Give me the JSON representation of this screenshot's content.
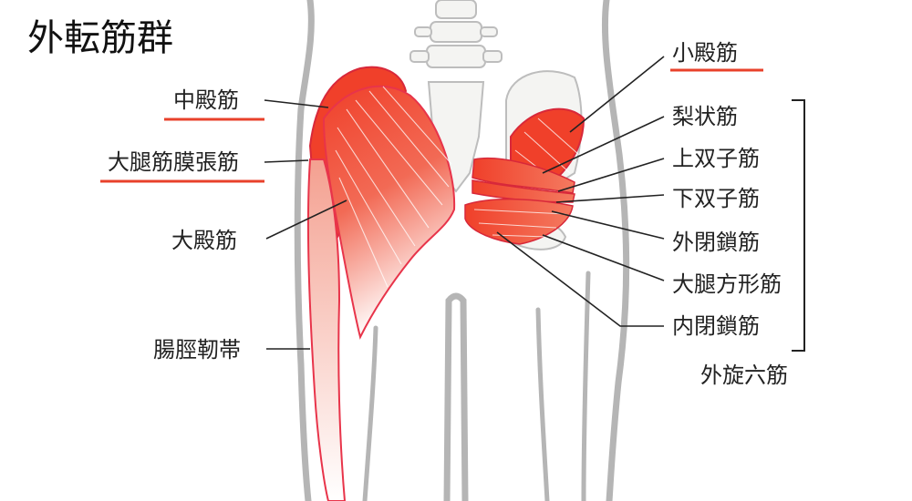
{
  "title": "外転筋群",
  "labels": {
    "gluteus_medius": "中殿筋",
    "tensor_fasciae_latae": "大腿筋膜張筋",
    "gluteus_maximus": "大殿筋",
    "iliotibial_band": "腸脛靭帯",
    "gluteus_minimus": "小殿筋",
    "piriformis": "梨状筋",
    "superior_gemellus": "上双子筋",
    "inferior_gemellus": "下双子筋",
    "obturator_externus": "外閉鎖筋",
    "quadratus_femoris": "大腿方形筋",
    "obturator_internus": "内閉鎖筋",
    "deep_six_rotators": "外旋六筋"
  },
  "colors": {
    "muscle": "#f0402a",
    "underline": "#e8412b",
    "outline": "#b5b5b5"
  }
}
